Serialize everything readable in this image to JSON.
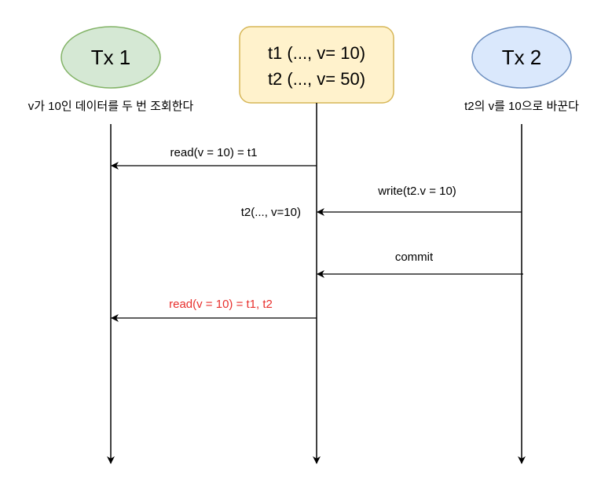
{
  "tx1": {
    "label": "Tx 1",
    "caption": "v가 10인 데이터를 두 번 조회한다",
    "fill": "#d5e8d4",
    "stroke": "#82b366"
  },
  "db": {
    "line1": "t1 (..., v= 10)",
    "line2": "t2 (..., v= 50)",
    "fill": "#fff2cc",
    "stroke": "#d6b656"
  },
  "tx2": {
    "label": "Tx 2",
    "caption": "t2의 v를 10으로 바꾼다",
    "fill": "#dae8fc",
    "stroke": "#6c8ebf"
  },
  "messages": {
    "read1": "read(v = 10) = t1",
    "write": "write(t2.v = 10)",
    "db_state": "t2(..., v=10)",
    "commit": "commit",
    "read2": "read(v = 10) = t1, t2"
  },
  "colors": {
    "line": "#000000",
    "highlight": "#e8302d"
  }
}
